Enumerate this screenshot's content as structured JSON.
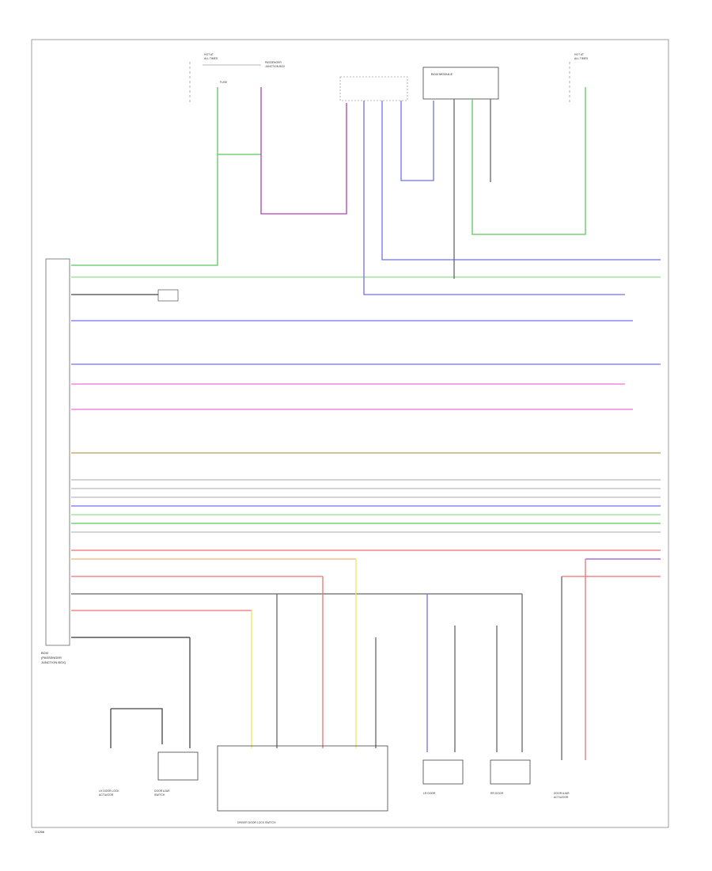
{
  "figure_id": "G1266",
  "colors": {
    "green": "#5cc85c",
    "magenta": "#b040b0",
    "blue": "#6f6ff5",
    "pink": "#f070d8",
    "olive": "#b8a050",
    "gray": "#bbbbbb",
    "lightgreen": "#8fe08f",
    "red": "#f07070",
    "orange": "#f4b070",
    "yellow": "#e8e85a",
    "darkgray": "#666666",
    "purple": "#9a50d0"
  },
  "labels": {
    "top_module": "BCM MODULE",
    "left_module_a": "BCM",
    "left_module_b": "(PASSENGER",
    "left_module_c": "JUNCTION BOX)",
    "bottom_center_module": "DRIVER DOOR LOCK SWITCH",
    "bottom_left_1": "LH DOOR LOCK",
    "bottom_left_2": "ACTUATOR",
    "bottom_left_3": "DOOR AJAR",
    "bottom_left_4": "SWITCH",
    "bottom_right_1": "LR DOOR",
    "bottom_right_2": "RR DOOR",
    "bottom_right_3": "DOOR AJAR",
    "bottom_right_4": "ACTUATOR"
  }
}
